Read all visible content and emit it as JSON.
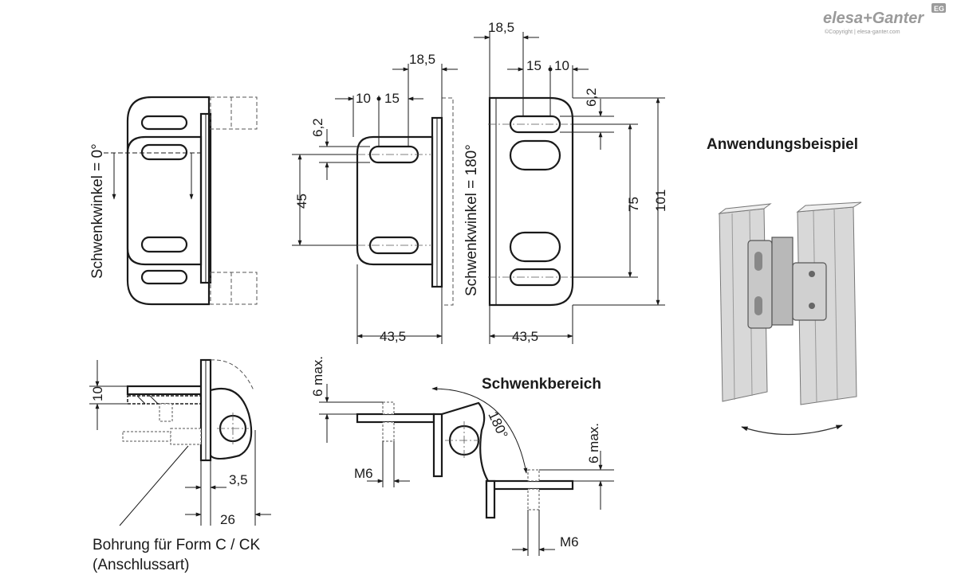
{
  "brand": {
    "logo": "elesa+Ganter",
    "badge": "EG",
    "copyright": "©Copyright | elesa-ganter.com"
  },
  "labels": {
    "swing_0": "Schwenkwinkel = 0°",
    "swing_180": "Schwenkwinkel = 180°",
    "application": "Anwendungsbeispiel",
    "swing_range": "Schwenkbereich",
    "bore_line1": "Bohrung für Form C / CK",
    "bore_line2": "(Anschlussart)"
  },
  "dimensions": {
    "d_18_5_a": "18,5",
    "d_18_5_b": "18,5",
    "d_10_l": "10",
    "d_15_l": "15",
    "d_15_r": "15",
    "d_10_r": "10",
    "d_6_2_l": "6,2",
    "d_6_2_r": "6,2",
    "d_45": "45",
    "d_75": "75",
    "d_101": "101",
    "d_43_5_l": "43,5",
    "d_43_5_r": "43,5",
    "d_10_side": "10",
    "d_3_5": "3,5",
    "d_26": "26",
    "d_6max_l": "6 max.",
    "d_6max_r": "6 max.",
    "d_180": "180°",
    "d_m6_l": "M6",
    "d_m6_r": "M6"
  }
}
